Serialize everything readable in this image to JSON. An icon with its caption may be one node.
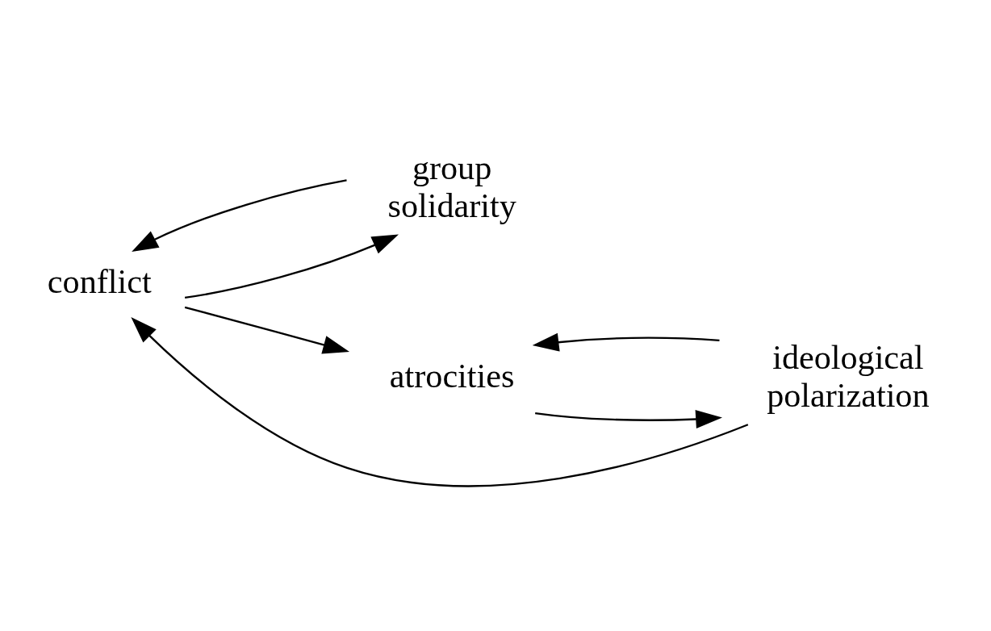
{
  "diagram": {
    "nodes": [
      {
        "text": [
          "conflict"
        ]
      },
      {
        "text": [
          "group solidarity"
        ]
      },
      {
        "text": [
          "atrocities"
        ]
      },
      {
        "text": [
          "ideological polarization"
        ]
      }
    ],
    "edges": [
      {
        "from": 0,
        "to": 1,
        "arrow": "to"
      },
      {
        "from": 1,
        "to": 0,
        "arrow": "to"
      },
      {
        "from": 0,
        "to": 2,
        "arrow": "to"
      },
      {
        "from": 2,
        "to": 3,
        "arrow": "to"
      },
      {
        "from": 3,
        "to": 0,
        "arrow": "to"
      },
      {
        "from": 3,
        "to": 2,
        "arrow": "to"
      }
    ]
  }
}
